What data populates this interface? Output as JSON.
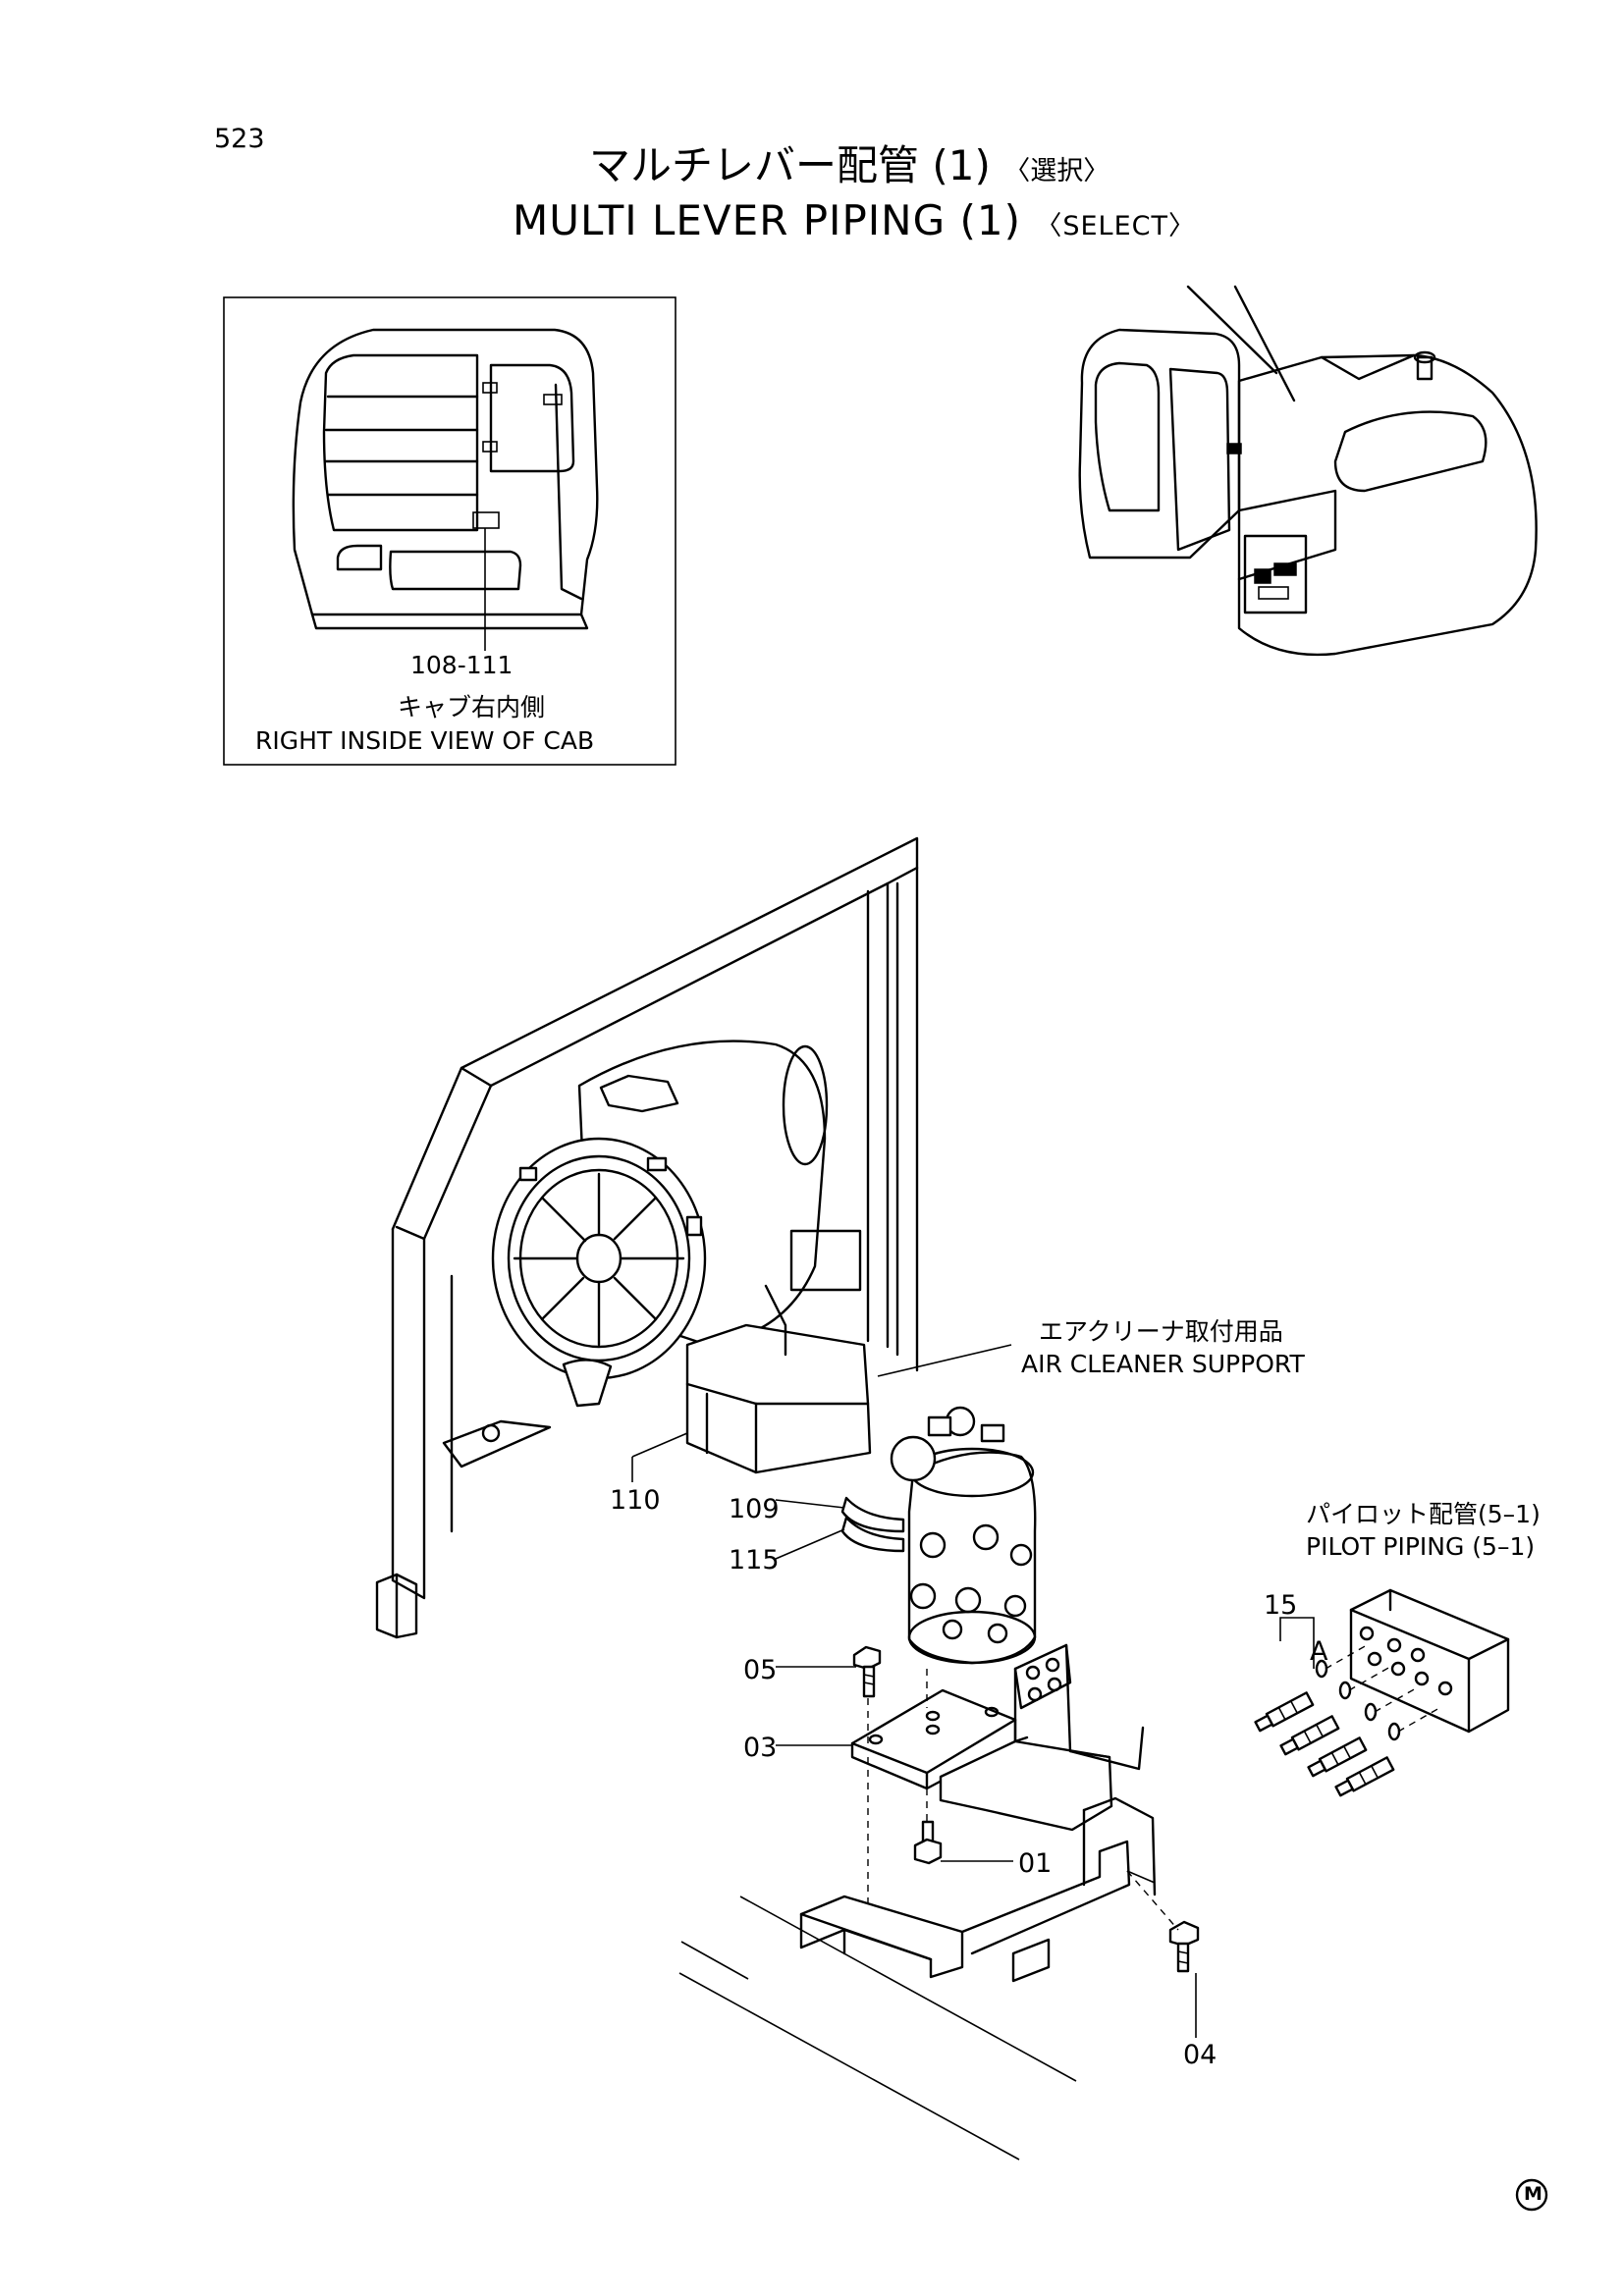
{
  "page_number": "523",
  "title": {
    "ja": "マルチレバー配管 (1)",
    "ja_select": "〈選択〉",
    "en": "MULTI LEVER PIPING (1)",
    "en_select": "〈SELECT〉"
  },
  "inset": {
    "part_ref": "108-111",
    "caption_ja": "キャブ右内側",
    "caption_en": "RIGHT INSIDE VIEW OF CAB"
  },
  "callouts": {
    "air_cleaner_ja": "エアクリーナ取付用品",
    "air_cleaner_en": "AIR CLEANER SUPPORT",
    "pilot_ja": "パイロット配管(5–1)",
    "pilot_en": "PILOT PIPING (5–1)"
  },
  "parts": {
    "p110": "110",
    "p109": "109",
    "p115": "115",
    "p05": "05",
    "p03": "03",
    "p01": "01",
    "p04": "04",
    "p15": "15",
    "view_a": "A"
  },
  "mark": "M"
}
